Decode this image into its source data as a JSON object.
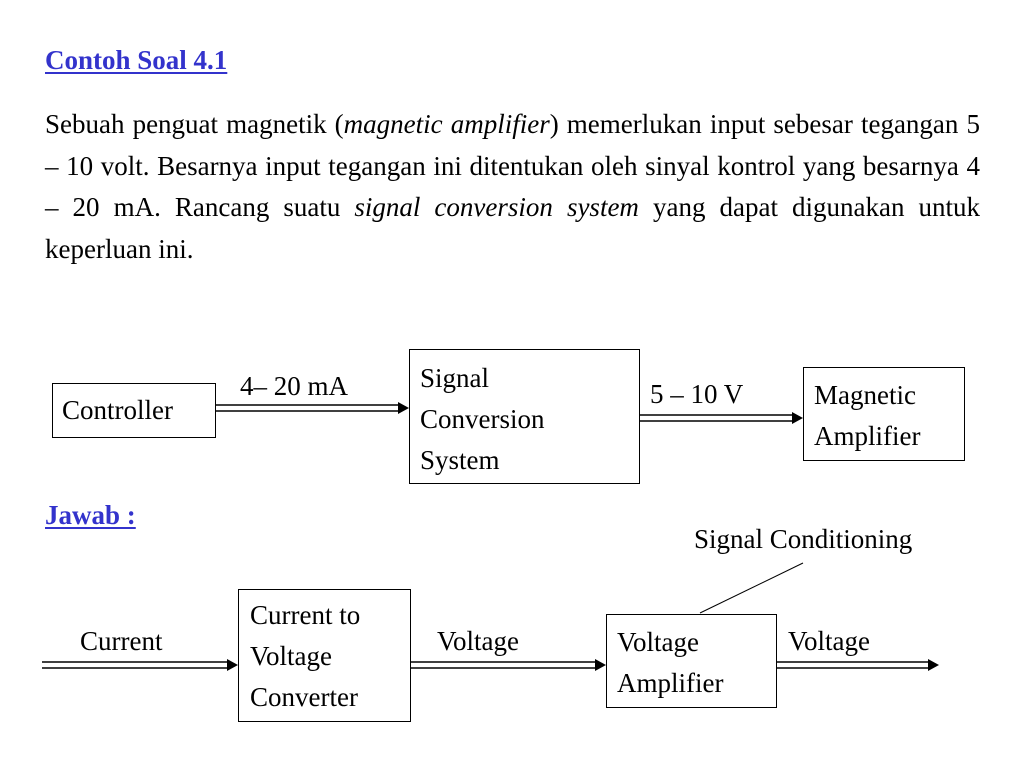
{
  "title": "Contoh Soal 4.1",
  "problem": {
    "p1": "Sebuah penguat magnetik (",
    "p2": "magnetic amplifier",
    "p3": ") memerlukan input sebesar tegangan 5 – 10 volt. Besarnya input tegangan ini ditentukan oleh sinyal kontrol yang besarnya 4 – 20 mA. Rancang suatu ",
    "p4": "signal conversion system",
    "p5": " yang dapat digunakan untuk keperluan ini."
  },
  "diagram1": {
    "controller": "Controller",
    "current_range": "4– 20 mA",
    "scs_lines": [
      "Signal",
      "Conversion",
      "System"
    ],
    "voltage_range": "5 – 10 V",
    "amp_lines": [
      "Magnetic",
      "Amplifier"
    ]
  },
  "answer_heading": "Jawab :",
  "diagram2": {
    "signal_conditioning": "Signal Conditioning",
    "current": "Current",
    "converter_lines": [
      "Current to",
      "Voltage",
      "Converter"
    ],
    "voltage_1": "Voltage",
    "amplifier_lines": [
      "Voltage",
      "Amplifier"
    ],
    "voltage_2": "Voltage"
  },
  "colors": {
    "heading": "#3333cc",
    "text": "#000000",
    "background": "#ffffff"
  }
}
